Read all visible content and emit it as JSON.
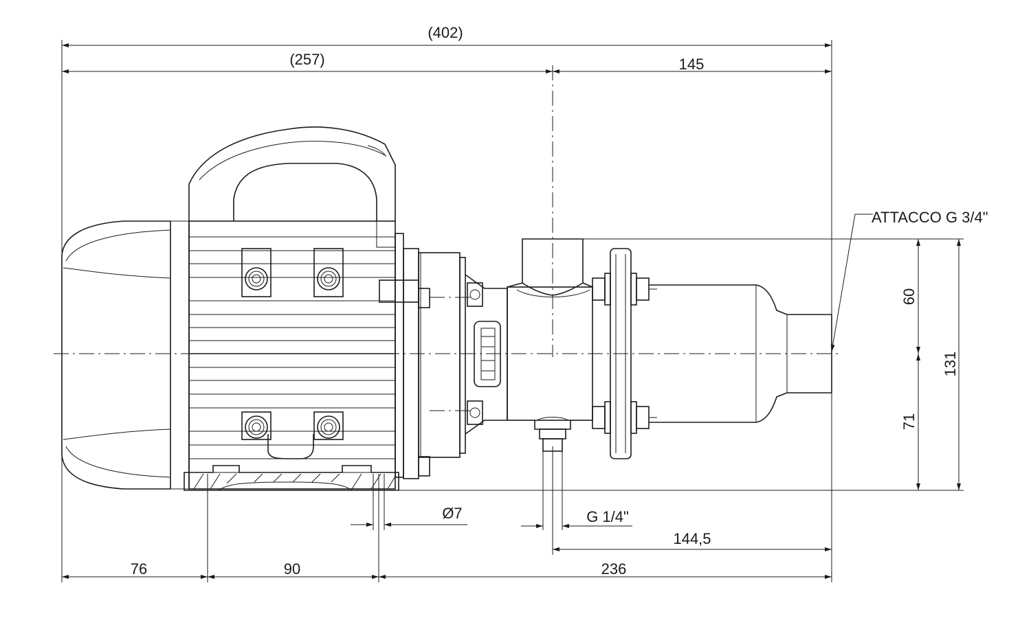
{
  "dimensions": {
    "overall_length": "(402)",
    "motor_length": "(257)",
    "pump_length": "145",
    "foot_offset": "76",
    "foot_spacing": "90",
    "foot_to_end": "236",
    "port_to_end": "144,5",
    "hole_diameter": "Ø7",
    "drain_thread": "G 1/4\"",
    "upper_height": "60",
    "lower_height": "71",
    "total_height": "131"
  },
  "callouts": {
    "connection": "ATTACCO G 3/4\""
  }
}
